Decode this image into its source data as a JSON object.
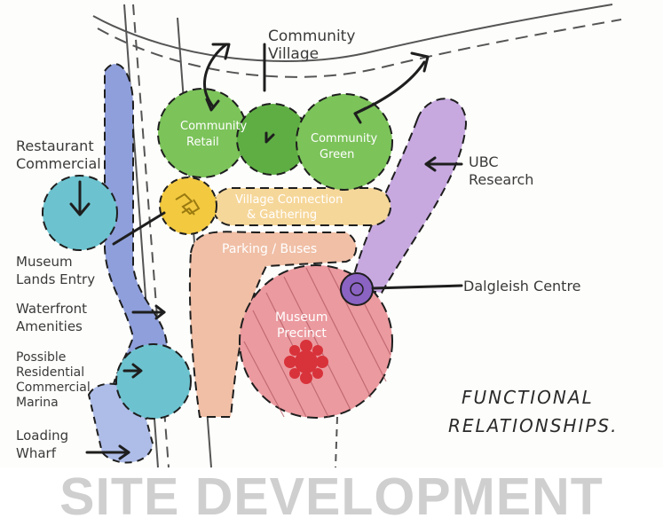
{
  "diagram": {
    "title_line1": "FUNCTIONAL",
    "title_line2": "RELATIONSHIPS.",
    "labels": {
      "community_village_1": "Community",
      "community_village_2": "Village",
      "restaurant_1": "Restaurant",
      "restaurant_2": "Commercial",
      "museum_lands_1": "Museum",
      "museum_lands_2": "Lands Entry",
      "waterfront_1": "Waterfront",
      "waterfront_2": "Amenities",
      "possible_1": "Possible",
      "possible_2": "Residential",
      "possible_3": "Commercial",
      "possible_4": "Marina",
      "loading_1": "Loading",
      "loading_2": "Wharf",
      "ubc_1": "UBC",
      "ubc_2": "Research",
      "dalgleish": "Dalgleish Centre",
      "retail_1": "Community",
      "retail_2": "Retail",
      "green_1": "Community",
      "green_2": "Green",
      "village_conn_1": "Village Connection",
      "village_conn_2": "& Gathering",
      "parking": "Parking / Buses",
      "museum_1": "Museum",
      "museum_2": "Precinct"
    },
    "colors": {
      "green": "#7cc35a",
      "green_dark": "#5fae44",
      "blue": "#8f9fdb",
      "teal": "#6cc3cf",
      "yellow": "#f3c940",
      "orange": "#f6d79a",
      "peach": "#f0bfa6",
      "pink": "#eb9a9f",
      "purple": "#c7a9e0",
      "purple_dark": "#8b63c3",
      "red": "#d8323a",
      "ink": "#1e1e1e"
    }
  },
  "banner": {
    "text": "SITE DEVELOPMENT",
    "color": "#cfcfcf"
  }
}
